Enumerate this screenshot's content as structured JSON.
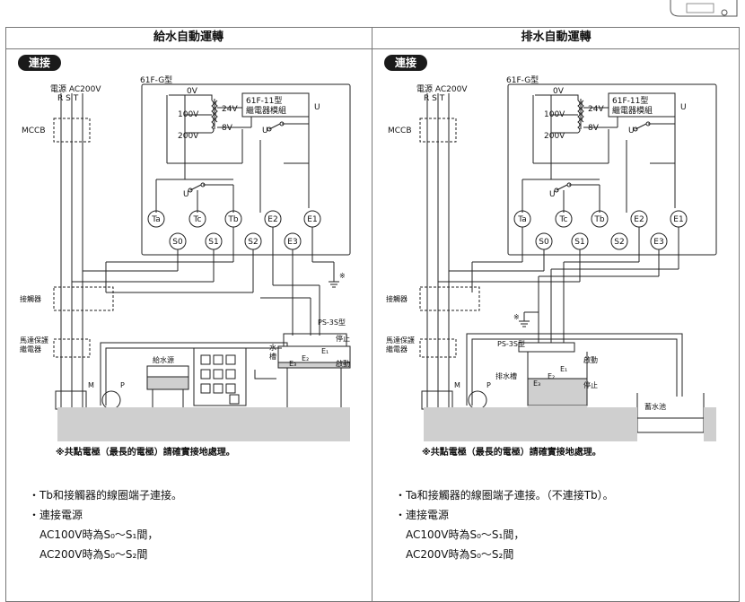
{
  "left": {
    "header": "給水自動運轉",
    "badge": "連接",
    "note": "※共點電極（最長的電極）請確實接地處理。",
    "desc": [
      "・Tb和接觸器的線圈端子連接。",
      "・連接電源",
      "AC100V時為S₀〜S₁間，",
      "AC200V時為S₀〜S₂間"
    ],
    "labels": {
      "model": "61F-G型",
      "power": "電源 AC200V",
      "phases": "R S T",
      "mccb": "MCCB",
      "v0": "0V",
      "v100": "100V",
      "v200": "200V",
      "v24": "24V",
      "v8": "8V",
      "relay1": "61F-11型",
      "relay2": "繼電器模組",
      "u": "U",
      "contactor": "接觸器",
      "motorprot1": "馬達保護",
      "motorprot2": "繼電器",
      "m": "M",
      "p": "P",
      "source": "給水源",
      "tank1": "水",
      "tank2": "槽",
      "ps": "PS-3S型",
      "stop": "停止",
      "start": "啟動",
      "mark": "※",
      "e1": "E₁",
      "e2": "E₂",
      "e3": "E₃"
    }
  },
  "right": {
    "header": "排水自動運轉",
    "badge": "連接",
    "note": "※共點電極（最長的電極）請確實接地處理。",
    "desc": [
      "・Ta和接觸器的線圈端子連接。（不連接Tb）。",
      "・連接電源",
      "AC100V時為S₀〜S₁間，",
      "AC200V時為S₀〜S₂間"
    ],
    "labels": {
      "model": "61F-G型",
      "power": "電源 AC200V",
      "phases": "R S T",
      "mccb": "MCCB",
      "v0": "0V",
      "v100": "100V",
      "v200": "200V",
      "v24": "24V",
      "v8": "8V",
      "relay1": "61F-11型",
      "relay2": "繼電器模組",
      "u": "U",
      "contactor": "接觸器",
      "motorprot1": "馬達保護",
      "motorprot2": "繼電器",
      "m": "M",
      "p": "P",
      "tank": "排水槽",
      "ps": "PS-3S型",
      "stop": "停止",
      "start": "啟動",
      "mark": "※",
      "reservoir": "蓄水池",
      "e1": "E₁",
      "e2": "E₂",
      "e3": "E₃"
    }
  },
  "terminals_top": [
    "Ta",
    "Tc",
    "Tb",
    "E2",
    "E1"
  ],
  "terminals_bottom": [
    "S0",
    "S1",
    "S2",
    "E3"
  ]
}
